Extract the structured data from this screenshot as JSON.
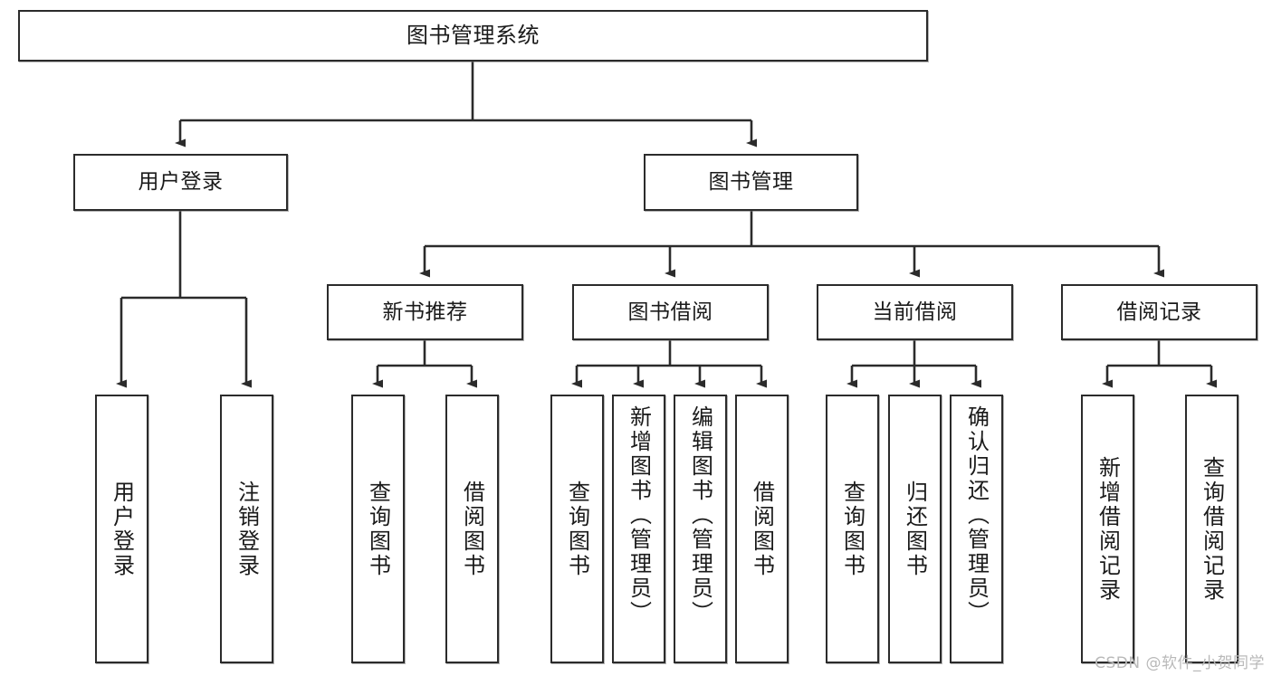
{
  "diagram": {
    "title": "图书管理系统",
    "type": "tree-hierarchy",
    "watermark": "CSDN @软件_小贺同学",
    "colors": {
      "stroke": "#2b2b2b",
      "fill": "#ffffff",
      "text": "#1a1a1a",
      "watermark": "#b9b9b9",
      "background": "#ffffff"
    },
    "levels": {
      "root": "图书管理系统",
      "level2": [
        "用户登录",
        "图书管理"
      ],
      "level3": [
        "新书推荐",
        "图书借阅",
        "当前借阅",
        "借阅记录"
      ]
    },
    "nodes": {
      "root": {
        "label": "图书管理系统"
      },
      "user_login": {
        "label": "用户登录"
      },
      "book_manage": {
        "label": "图书管理"
      },
      "new_book_rec": {
        "label": "新书推荐"
      },
      "book_borrow": {
        "label": "图书借阅"
      },
      "current_borrow": {
        "label": "当前借阅"
      },
      "borrow_record": {
        "label": "借阅记录"
      },
      "leaf_user_login": {
        "label": "用户登录"
      },
      "leaf_user_logout": {
        "label": "注销登录"
      },
      "leaf_rec_query": {
        "label": "查询图书"
      },
      "leaf_rec_borrow": {
        "label": "借阅图书"
      },
      "leaf_borrow_query": {
        "label": "查询图书"
      },
      "leaf_borrow_add": {
        "label": "新增图书（管理员）"
      },
      "leaf_borrow_edit": {
        "label": "编辑图书（管理员）"
      },
      "leaf_borrow_do": {
        "label": "借阅图书"
      },
      "leaf_cur_query": {
        "label": "查询图书"
      },
      "leaf_cur_return": {
        "label": "归还图书"
      },
      "leaf_cur_confirm": {
        "label": "确认归还（管理员）"
      },
      "leaf_rec_add": {
        "label": "新增借阅记录"
      },
      "leaf_rec_query2": {
        "label": "查询借阅记录"
      }
    }
  }
}
